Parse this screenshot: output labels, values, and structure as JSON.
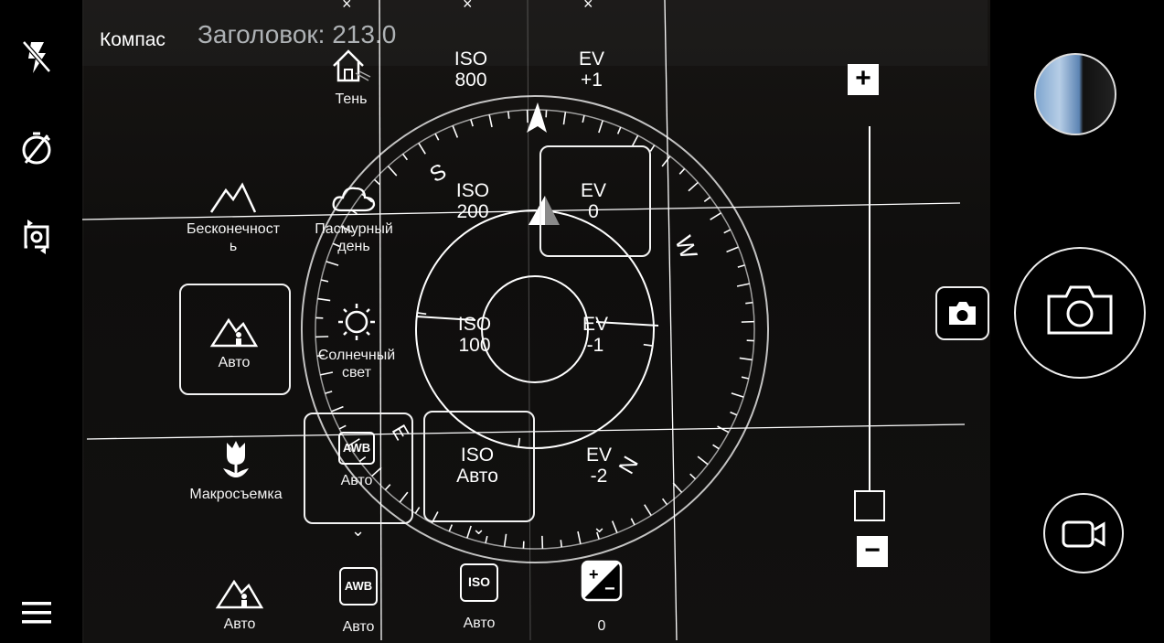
{
  "header": {
    "compass_label": "Компас",
    "heading_label": "Заголовок: 213.0"
  },
  "left_bar": {
    "icons": [
      "flash-off-icon",
      "timer-off-icon",
      "switch-camera-icon",
      "menu-icon"
    ]
  },
  "scene_modes": {
    "shadow": "Тень",
    "infinity": "Бесконечност\nь",
    "cloudy": "Пасмурный\nдень",
    "auto": "Авто",
    "sunny": "Солнечный\nсвет",
    "macro": "Макросъемка"
  },
  "white_balance": {
    "selected_value": "Авто",
    "icon_text": "AWB"
  },
  "iso": {
    "options": [
      "ISO\n800",
      "ISO\n200",
      "ISO\n100",
      "ISO\nАвто"
    ],
    "selected": "ISO\nАвто"
  },
  "ev": {
    "options": [
      "EV\n+1",
      "EV\n0",
      "EV\n-1",
      "EV\n-2"
    ],
    "selected": "EV\n0"
  },
  "compass": {
    "letters": [
      "S",
      "W",
      "N",
      "E"
    ]
  },
  "bottom_row": {
    "scene_label": "Авто",
    "wb_label": "Авто",
    "iso_label": "Авто",
    "ev_label": "0",
    "wb_icon": "AWB",
    "iso_icon": "ISO"
  },
  "zoom": {
    "plus": "+",
    "minus": "−",
    "level": 0
  },
  "colors": {
    "accent": "#ffffff",
    "background": "#000000"
  }
}
